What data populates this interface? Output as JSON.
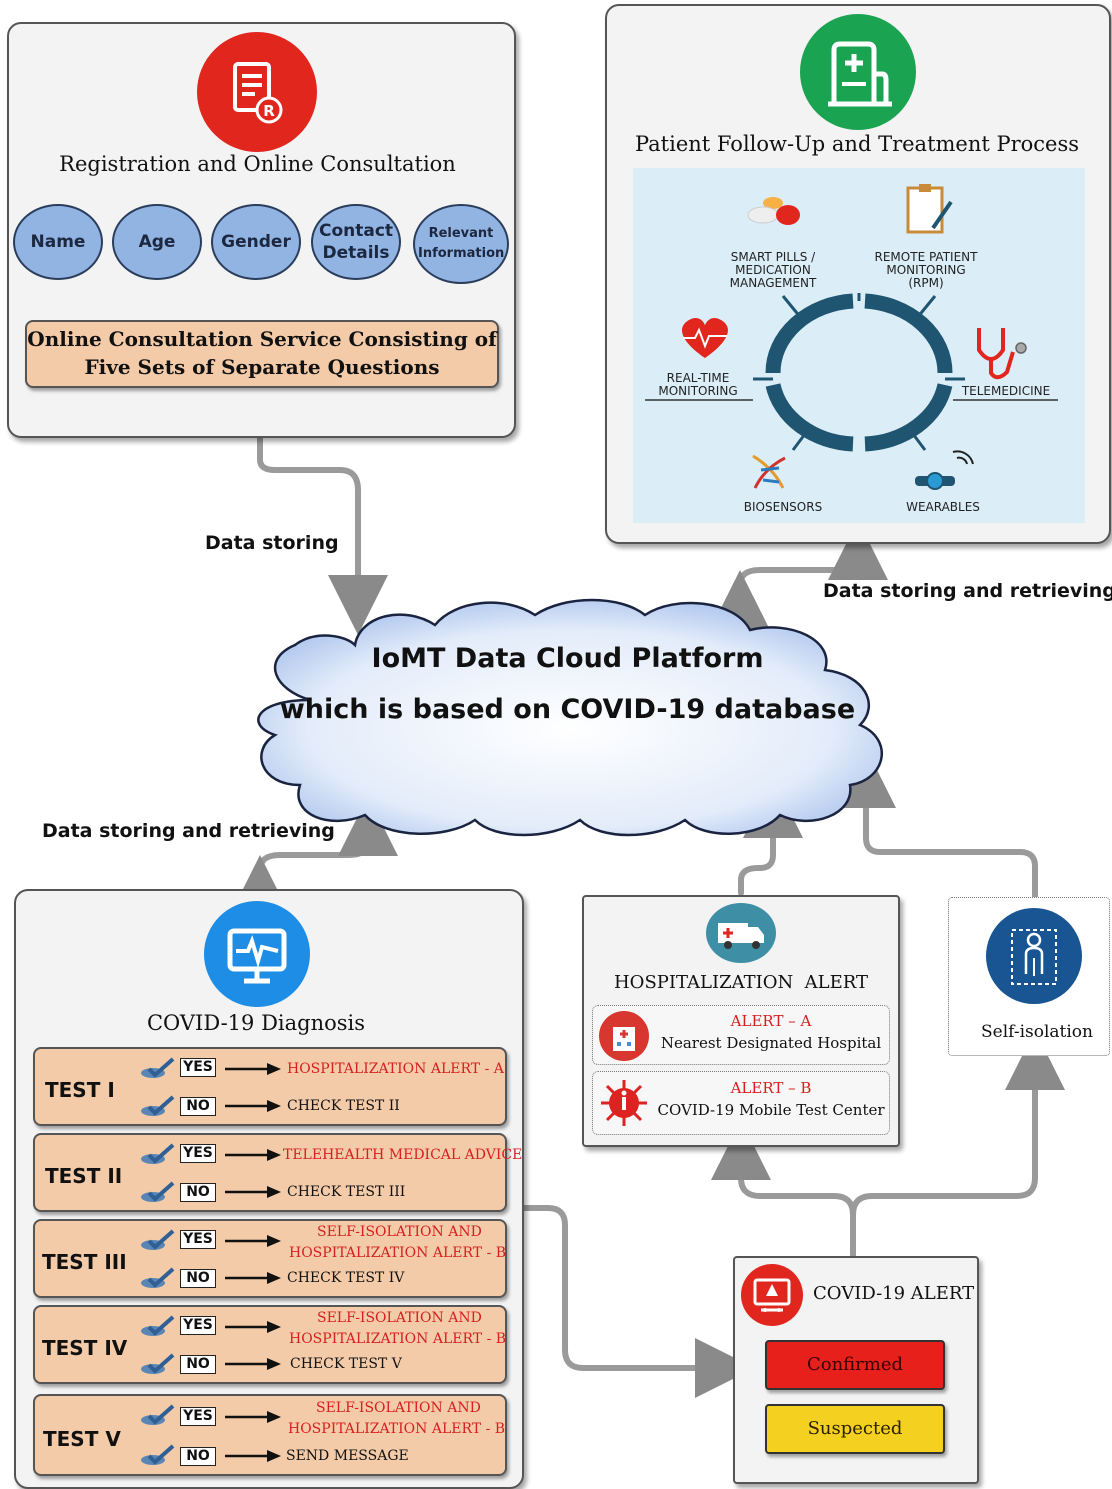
{
  "registration": {
    "title": "Registration and Online Consultation",
    "fields": [
      "Name",
      "Age",
      "Gender",
      "Contact Details",
      "Relevant Information"
    ],
    "consultation_line1": "Online Consultation Service Consisting of",
    "consultation_line2": "Five Sets of Separate Questions"
  },
  "followup": {
    "title": "Patient Follow-Up and Treatment Process",
    "smart_pills": [
      "SMART PILLS /",
      "MEDICATION",
      "MANAGEMENT"
    ],
    "rpm": [
      "REMOTE PATIENT",
      "MONITORING",
      "(RPM)"
    ],
    "realtime": [
      "REAL-TIME",
      "MONITORING"
    ],
    "telemedicine": "TELEMEDICINE",
    "biosensors": "BIOSENSORS",
    "wearables": "WEARABLES"
  },
  "cloud": {
    "line1": "IoMT Data Cloud Platform",
    "line2": "which is based on COVID-19 database"
  },
  "edges": {
    "data_storing": "Data storing",
    "storing_retrieving_top": "Data storing and retrieving",
    "storing_retrieving_left": "Data storing and retrieving"
  },
  "diagnosis": {
    "title": "COVID-19 Diagnosis",
    "yes": "YES",
    "no": "NO",
    "tests": [
      {
        "name": "TEST I",
        "yes_line1": "HOSPITALIZATION  ALERT - A",
        "yes_line2": "",
        "no": "CHECK TEST II"
      },
      {
        "name": "TEST II",
        "yes_line1": "TELEHEALTH MEDICAL ADVICE",
        "yes_line2": "",
        "no": "CHECK TEST III"
      },
      {
        "name": "TEST III",
        "yes_line1": "SELF-ISOLATION AND",
        "yes_line2": "HOSPITALIZATION  ALERT - B",
        "no": "CHECK TEST IV"
      },
      {
        "name": "TEST IV",
        "yes_line1": "SELF-ISOLATION AND",
        "yes_line2": "HOSPITALIZATION  ALERT - B",
        "no": "CHECK TEST V"
      },
      {
        "name": "TEST V",
        "yes_line1": "SELF-ISOLATION AND",
        "yes_line2": "HOSPITALIZATION  ALERT - B",
        "no": "SEND MESSAGE"
      }
    ]
  },
  "hospitalization": {
    "title": "HOSPITALIZATION  ALERT",
    "alert_a": "ALERT – A",
    "alert_a_text": "Nearest Designated Hospital",
    "alert_b": "ALERT – B",
    "alert_b_text": "COVID-19 Mobile Test Center"
  },
  "self_isolation": {
    "label": "Self-isolation"
  },
  "covid_alert": {
    "title": "COVID-19 ALERT",
    "confirmed": "Confirmed",
    "suspected": "Suspected"
  },
  "colors": {
    "oval": "#92b4e3",
    "peach": "#f3cba8",
    "red_text": "#d62020",
    "confirmed": "#e8201c",
    "suspected": "#f4d021",
    "ring": "#1f5570"
  }
}
